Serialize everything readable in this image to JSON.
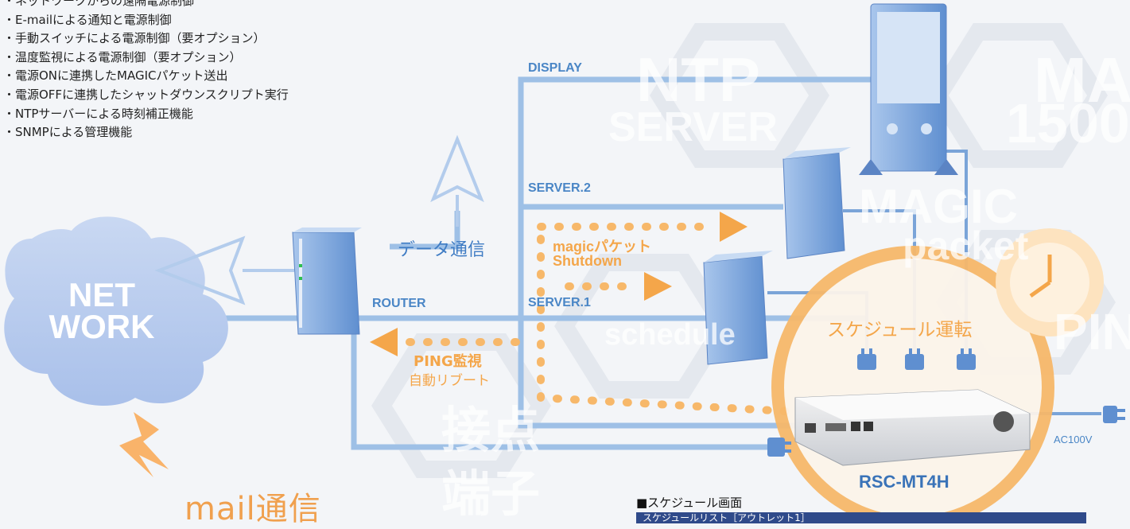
{
  "features": [
    "・ネットワークからの遠隔電源制御",
    "・E-mailによる通知と電源制御",
    "・手動スイッチによる電源制御（要オプション）",
    "・温度監視による電源制御（要オプション）",
    "・電源ONに連携したMAGICパケット送出",
    "・電源OFFに連携したシャットダウンスクリプト実行",
    "・NTPサーバーによる時刻補正機能",
    "・SNMPによる管理機能"
  ],
  "cloud": {
    "line1": "NET",
    "line2": "WORK"
  },
  "labels": {
    "display": "DISPLAY",
    "server2": "SERVER.2",
    "server1": "SERVER.1",
    "router": "ROUTER",
    "data_comm": "データ通信",
    "magic_line1": "magicパケット",
    "magic_line2": "Shutdown",
    "ping_line1": "PING監視",
    "ping_line2": "自動リブート",
    "schedule_op": "スケジュール運転",
    "device": "RSC-MT4H",
    "ac": "AC100V",
    "mail": "mail通信"
  },
  "schedule": {
    "title": "■スケジュール画面",
    "bar": "スケジュールリスト［アウトレット1］"
  },
  "watermarks": {
    "ntp": "NTP",
    "server": "SERVER",
    "max": "MAX",
    "n1500": "1500",
    "magic": "MAGIC",
    "packet": "packet",
    "schedule": "schedule",
    "setsu1": "接点",
    "setsu2": "端子",
    "pin": "PIN"
  },
  "colors": {
    "line": "#9ec0e6",
    "accent": "#f4a64a",
    "device_blue": "#7aa4d8"
  }
}
